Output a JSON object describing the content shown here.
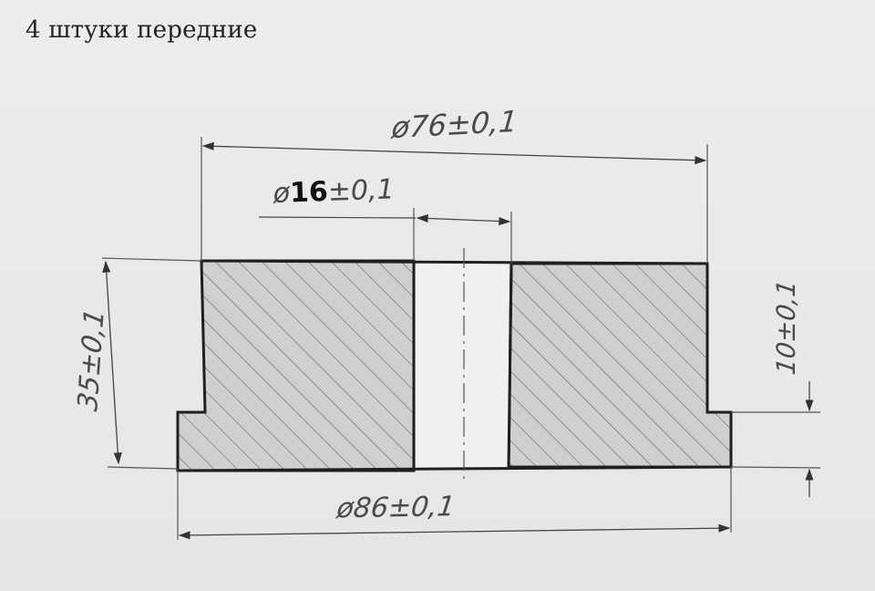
{
  "title": "4 штуки передние",
  "dimensions": {
    "outer_top_diameter": "ø76±0,1",
    "hole_prefix": "ø",
    "hole_number": "16",
    "hole_tolerance": "±0,1",
    "outer_bottom_diameter": "ø86±0,1",
    "total_height": "35±0,1",
    "flange_height": "10±0,1"
  },
  "colors": {
    "background": "#e9e9e9",
    "line": "#2a2a2a",
    "thin_line": "#555555",
    "section_fill": "#cbcbcb",
    "hatch": "#6a6a6a"
  }
}
